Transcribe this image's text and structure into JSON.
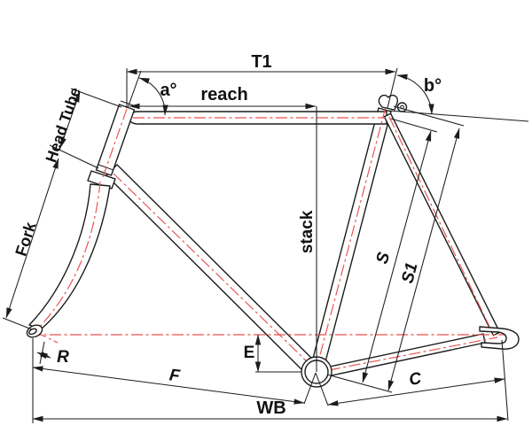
{
  "diagram": {
    "type": "bicycle-frame-geometry",
    "colors": {
      "line": "#1c1c1c",
      "centerline_red": "#e8504e",
      "background": "#ffffff",
      "text": "#111111"
    },
    "labels": {
      "top_tube_horizontal": "T1",
      "reach": "reach",
      "stack": "stack",
      "head_tube": "Head Tube",
      "fork": "Fork",
      "head_angle": "a°",
      "seat_angle": "b°",
      "rake": "R",
      "bb_drop": "E",
      "front_center": "F",
      "chainstay": "C",
      "wheelbase": "WB",
      "seat_tube_cc": "S",
      "seat_tube_ct": "S1"
    }
  }
}
